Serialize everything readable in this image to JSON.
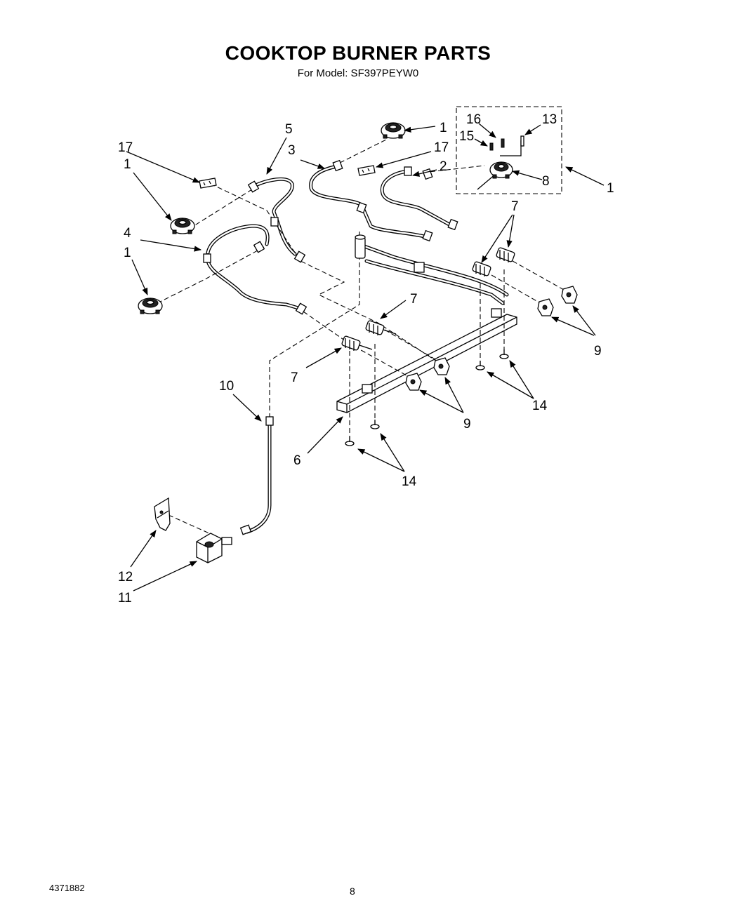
{
  "header": {
    "title": "COOKTOP BURNER PARTS",
    "subtitle": "For Model: SF397PEYW0"
  },
  "callouts": {
    "c1a": "1",
    "c1b": "1",
    "c1c": "1",
    "c1d": "1",
    "c2": "2",
    "c3": "3",
    "c4": "4",
    "c5": "5",
    "c6": "6",
    "c7a": "7",
    "c7b": "7",
    "c7c": "7",
    "c8": "8",
    "c9a": "9",
    "c9b": "9",
    "c10": "10",
    "c11": "11",
    "c12": "12",
    "c13": "13",
    "c14a": "14",
    "c14b": "14",
    "c15": "15",
    "c16": "16",
    "c17a": "17",
    "c17b": "17"
  },
  "footer": {
    "doc_number": "4371882",
    "page": "8"
  }
}
